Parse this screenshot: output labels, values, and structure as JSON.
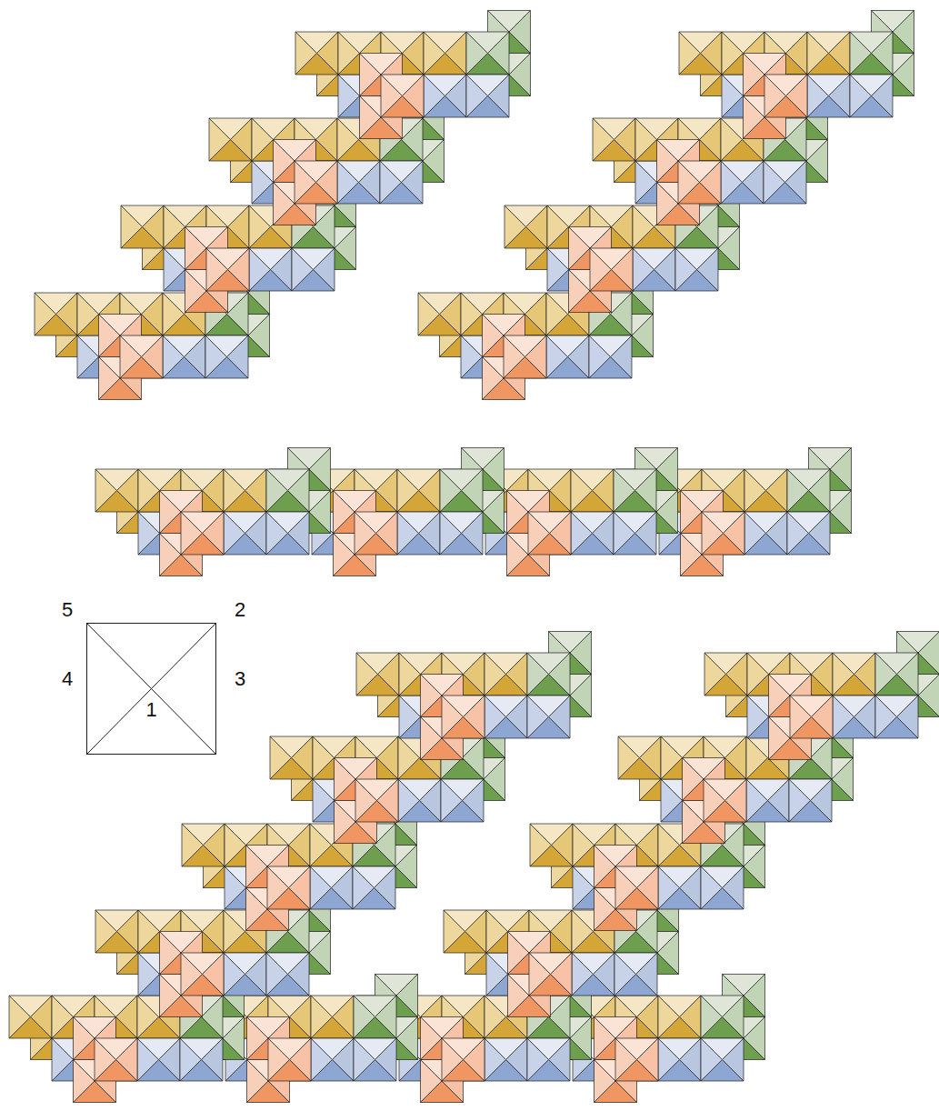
{
  "diagram": {
    "nodes": [
      {
        "text": [
          "1"
        ]
      }
    ],
    "labels": [
      "5",
      "2",
      "4",
      "3"
    ]
  }
}
